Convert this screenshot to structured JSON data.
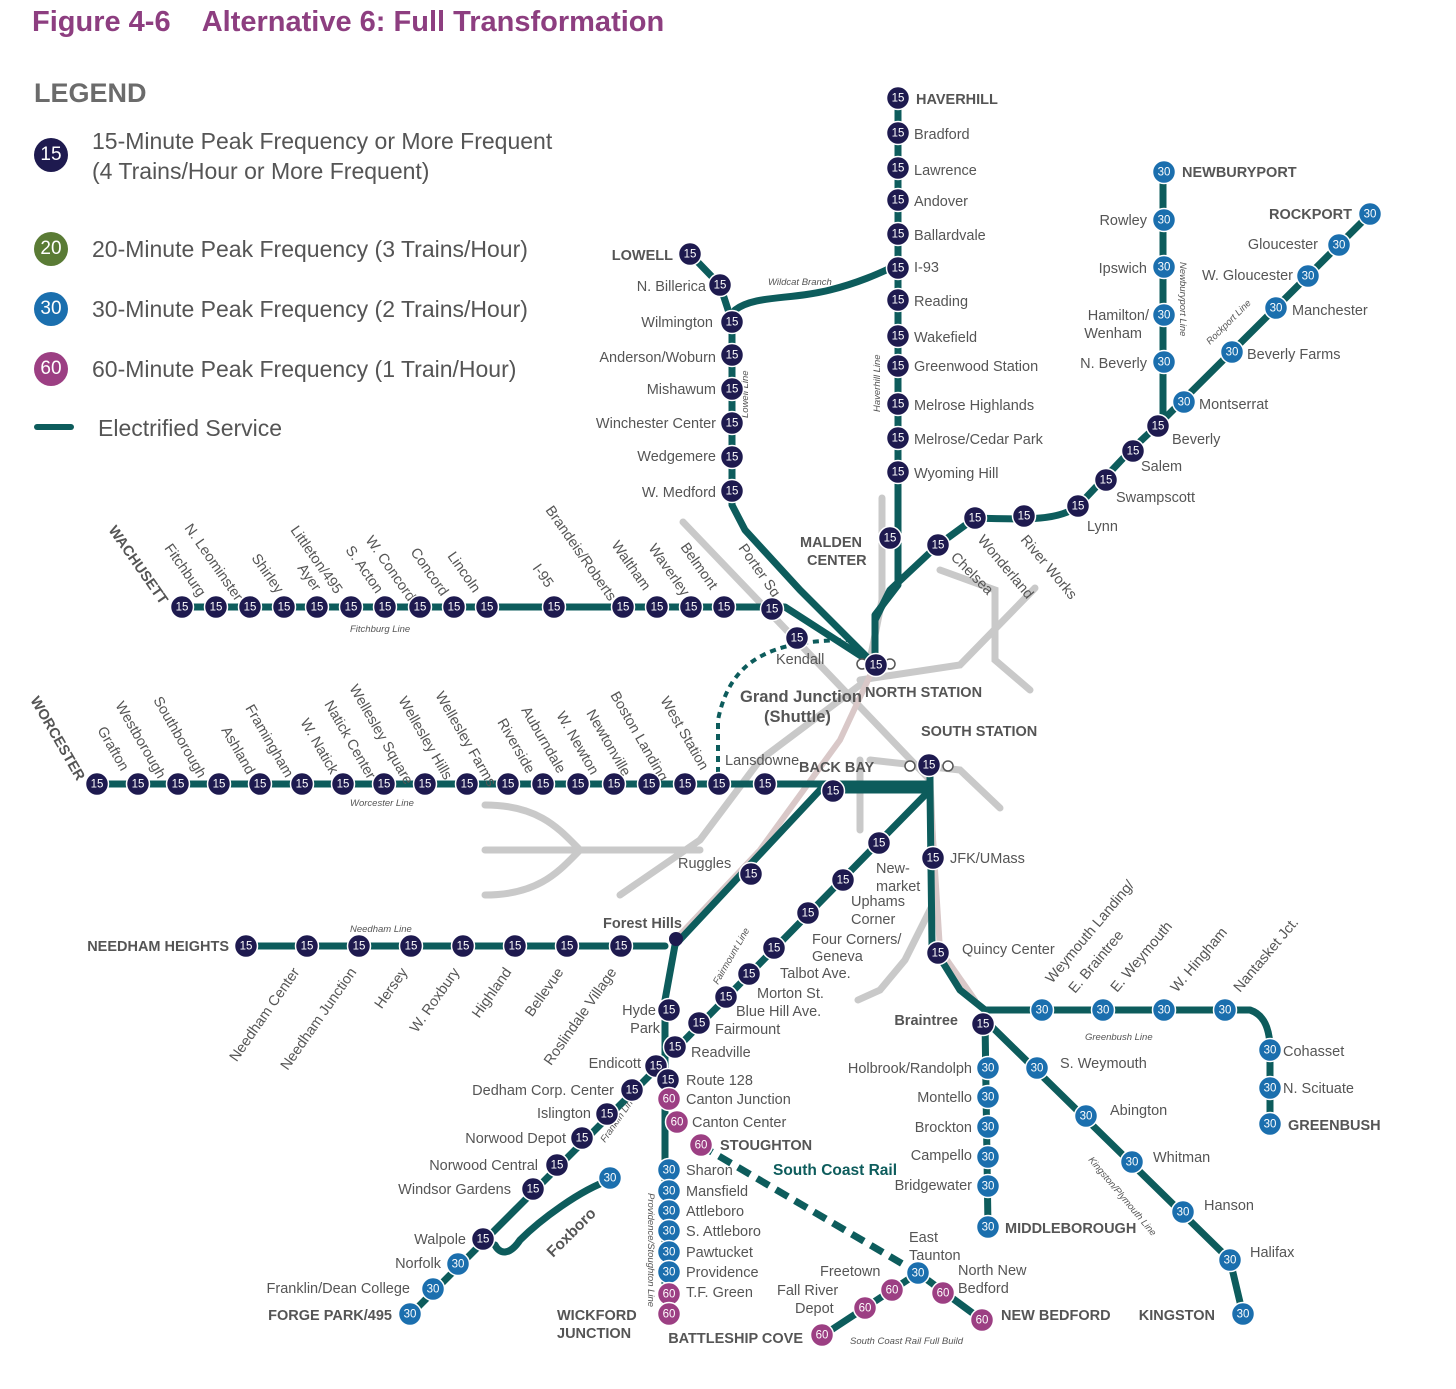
{
  "title": "Figure 4-6    Alternative 6: Full Transformation",
  "legend": {
    "heading": "LEGEND",
    "items": [
      {
        "badge": "15",
        "color": "#1e1a4f",
        "text1": "15-Minute Peak Frequency or More Frequent",
        "text2": "(4 Trains/Hour or More Frequent)"
      },
      {
        "badge": "20",
        "color": "#5a7b35",
        "text1": "20-Minute Peak Frequency (3 Trains/Hour)"
      },
      {
        "badge": "30",
        "color": "#1b6fae",
        "text1": "30-Minute Peak Frequency (2 Trains/Hour)"
      },
      {
        "badge": "60",
        "color": "#9c3f83",
        "text1": "60-Minute Peak Frequency (1 Train/Hour)"
      },
      {
        "text1": "Electrified Service"
      }
    ]
  },
  "colors": {
    "electrified": "#0d5c5c",
    "f15": "#1e1a4f",
    "f30": "#1b6fae",
    "f60": "#9c3f83",
    "subway": "#c9c9c9",
    "orange_line": "#d9c8c8"
  },
  "line_names": {
    "fitchburg": "Fitchburg Line",
    "worcester": "Worcester Line",
    "needham": "Needham Line",
    "lowell": "Lowell Line",
    "haverhill": "Haverhill Line",
    "wildcat": "Wildcat Branch",
    "newburyport": "Newburyport Line",
    "rockport": "Rockport Line",
    "fairmount": "Fairmount Line",
    "franklin": "Franklin Line",
    "providence": "Providence/Stoughton Line",
    "greenbush": "Greenbush Line",
    "kingston": "Kingston/Plymouth Line",
    "scr_full": "South Coast Rail Full Build"
  },
  "labels": {
    "grand_junction": "Grand Junction",
    "shuttle": "(Shuttle)",
    "south_coast_rail": "South Coast Rail",
    "foxboro": "Foxboro",
    "north_station": "NORTH STATION",
    "south_station": "SOUTH STATION",
    "back_bay": "BACK BAY",
    "malden": "MALDEN",
    "center": "CENTER",
    "wickford": "WICKFORD",
    "junction": "JUNCTION"
  },
  "stations": {
    "haverhill": "HAVERHILL",
    "bradford": "Bradford",
    "lawrence": "Lawrence",
    "andover": "Andover",
    "ballardvale": "Ballardvale",
    "i93": "I-93",
    "reading": "Reading",
    "wakefield": "Wakefield",
    "greenwood": "Greenwood Station",
    "melrose_highlands": "Melrose Highlands",
    "melrose_cedar": "Melrose/Cedar Park",
    "wyoming_hill": "Wyoming Hill",
    "lowell": "LOWELL",
    "n_billerica": "N. Billerica",
    "wilmington": "Wilmington",
    "anderson": "Anderson/Woburn",
    "mishawum": "Mishawum",
    "winchester": "Winchester Center",
    "wedgemere": "Wedgemere",
    "w_medford": "W. Medford",
    "newburyport": "NEWBURYPORT",
    "rowley": "Rowley",
    "ipswich": "Ipswich",
    "hamilton1": "Hamilton/",
    "hamilton2": "Wenham",
    "n_beverly": "N. Beverly",
    "rockport": "ROCKPORT",
    "gloucester": "Gloucester",
    "w_gloucester": "W. Gloucester",
    "manchester": "Manchester",
    "beverly_farms": "Beverly Farms",
    "montserrat": "Montserrat",
    "beverly": "Beverly",
    "salem": "Salem",
    "swampscott": "Swampscott",
    "lynn": "Lynn",
    "river_works": "River Works",
    "wonderland": "Wonderland",
    "chelsea": "Chelsea",
    "wachusett": "WACHUSETT",
    "fitchburg": "Fitchburg",
    "n_leominster": "N. Leominster",
    "shirley": "Shirley",
    "ayer": "Ayer",
    "littleton": "Littleton/495",
    "s_acton": "S. Acton",
    "w_concord": "W. Concord",
    "concord": "Concord",
    "lincoln": "Lincoln",
    "i95": "I-95",
    "brandeis": "Brandeis/Roberts",
    "waltham": "Waltham",
    "waverley": "Waverley",
    "belmont": "Belmont",
    "porter": "Porter Sq",
    "kendall": "Kendall",
    "worcester": "WORCESTER",
    "grafton": "Grafton",
    "westborough": "Westborough",
    "southborough": "Southborough",
    "ashland": "Ashland",
    "framingham": "Framingham",
    "w_natick": "W. Natick",
    "natick": "Natick Center",
    "wellesley_sq": "Wellesley Square",
    "wellesley_hills": "Wellesley Hills",
    "wellesley_farms": "Wellesley Farms",
    "riverside": "Riverside",
    "auburndale": "Auburndale",
    "w_newton": "W. Newton",
    "newtonville": "Newtonville",
    "boston_landing": "Boston Landing",
    "west_station": "West Station",
    "lansdowne": "Lansdowne",
    "ruggles": "Ruggles",
    "forest_hills": "Forest Hills",
    "needham_heights": "NEEDHAM HEIGHTS",
    "needham_center": "Needham Center",
    "needham_jct": "Needham Junction",
    "hersey": "Hersey",
    "w_roxbury": "W. Roxbury",
    "highland": "Highland",
    "bellevue": "Bellevue",
    "roslindale": "Roslindale Village",
    "jfk": "JFK/UMass",
    "newmarket1": "New-",
    "newmarket2": "market",
    "uphams1": "Uphams",
    "uphams2": "Corner",
    "four_corners1": "Four Corners/",
    "four_corners2": "Geneva",
    "talbot": "Talbot Ave.",
    "morton": "Morton St.",
    "blue_hill": "Blue Hill Ave.",
    "fairmount": "Fairmount",
    "readville": "Readville",
    "hyde1": "Hyde",
    "hyde2": "Park",
    "endicott": "Endicott",
    "dedham": "Dedham Corp. Center",
    "islington": "Islington",
    "norwood_depot": "Norwood Depot",
    "norwood_central": "Norwood Central",
    "windsor": "Windsor Gardens",
    "walpole": "Walpole",
    "norfolk": "Norfolk",
    "franklin": "Franklin/Dean College",
    "forge_park": "FORGE PARK/495",
    "route128": "Route 128",
    "canton_jct": "Canton Junction",
    "canton_center": "Canton Center",
    "stoughton": "STOUGHTON",
    "sharon": "Sharon",
    "mansfield": "Mansfield",
    "attleboro": "Attleboro",
    "s_attleboro": "S. Attleboro",
    "pawtucket": "Pawtucket",
    "providence": "Providence",
    "tf_green": "T.F. Green",
    "quincy": "Quincy Center",
    "braintree": "Braintree",
    "weymouth1": "Weymouth Landing/",
    "weymouth2": "E. Braintree",
    "e_weymouth": "E. Weymouth",
    "w_hingham": "W. Hingham",
    "nantasket": "Nantasket Jct.",
    "cohasset": "Cohasset",
    "n_scituate": "N. Scituate",
    "greenbush": "GREENBUSH",
    "holbrook": "Holbrook/Randolph",
    "montello": "Montello",
    "brockton": "Brockton",
    "campello": "Campello",
    "bridgewater": "Bridgewater",
    "middleborough": "MIDDLEBOROUGH",
    "s_weymouth": "S. Weymouth",
    "abington": "Abington",
    "whitman": "Whitman",
    "hanson": "Hanson",
    "halifax": "Halifax",
    "kingston": "KINGSTON",
    "east_taunton1": "East",
    "east_taunton2": "Taunton",
    "freetown": "Freetown",
    "fall_river1": "Fall River",
    "fall_river2": "Depot",
    "battleship": "BATTLESHIP COVE",
    "nnb1": "North New",
    "nnb2": "Bedford",
    "new_bedford": "NEW BEDFORD"
  }
}
